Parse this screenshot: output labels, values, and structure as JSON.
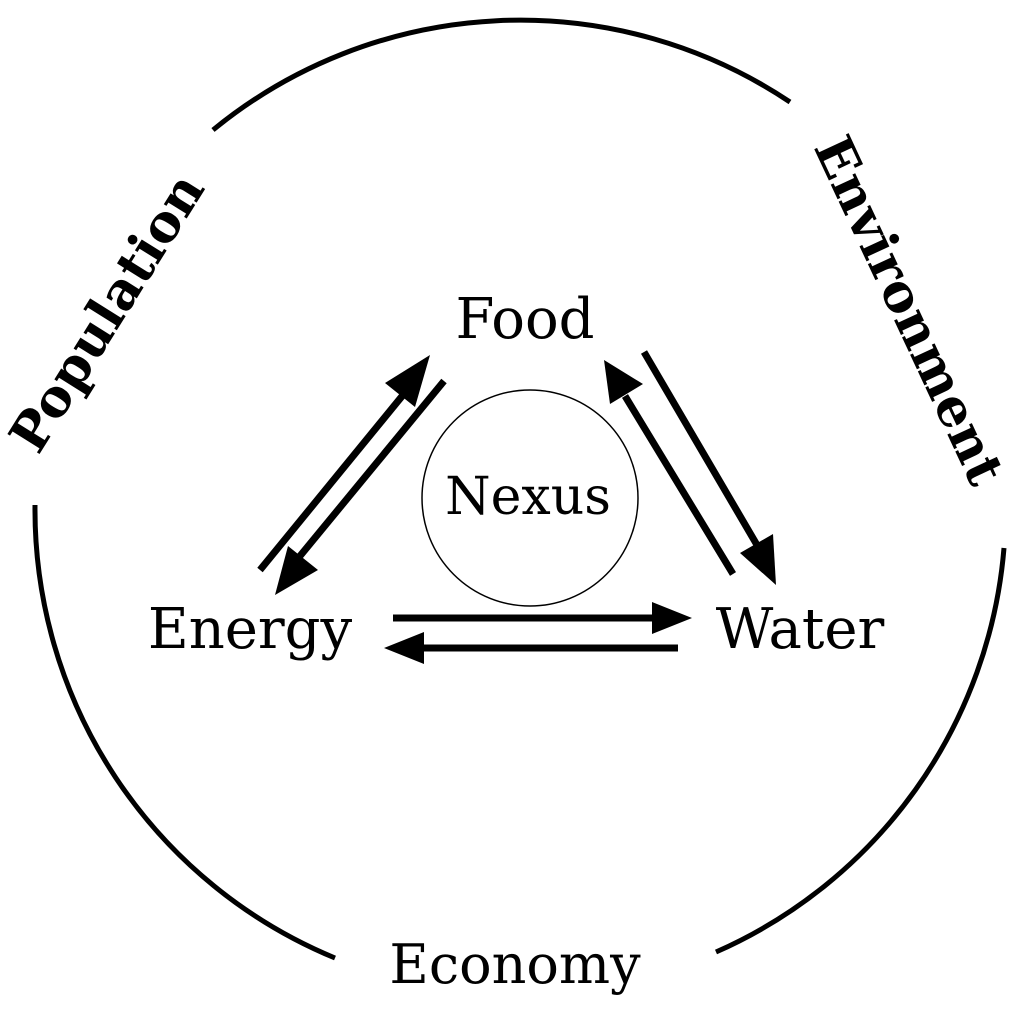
{
  "nodes": {
    "food": "Food",
    "energy": "Energy",
    "water": "Water",
    "nexus": "Nexus"
  },
  "context": {
    "population": "Population",
    "environment": "Environment",
    "economy": "Economy"
  },
  "colors": {
    "stroke": "#000000",
    "background": "#ffffff"
  }
}
